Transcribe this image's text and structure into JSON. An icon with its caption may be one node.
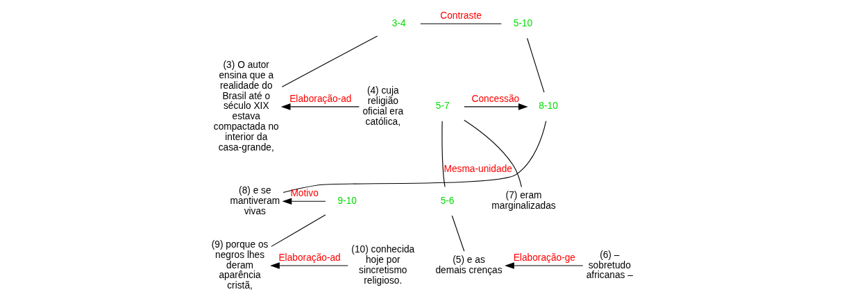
{
  "diagram": {
    "nodes": [
      {
        "text": [
          "3-4"
        ]
      },
      {
        "text": [
          "5-10"
        ]
      },
      {
        "text": [
          "(3) O autor ensina que a realidade do Brasil até o século XIX estava compactada no interior da casa-grande,"
        ]
      },
      {
        "text": [
          "(4) cuja religião oficial era católica,"
        ]
      },
      {
        "text": [
          "5-7"
        ]
      },
      {
        "text": [
          "8-10"
        ]
      },
      {
        "text": [
          "5-6"
        ]
      },
      {
        "text": [
          "(7) eram marginalizadas"
        ]
      },
      {
        "text": [
          "(8) e se mantiveram vivas"
        ]
      },
      {
        "text": [
          "9-10"
        ]
      },
      {
        "text": [
          "(5) e as demais crenças"
        ]
      },
      {
        "text": [
          "(6) – sobretudo africanas –"
        ]
      },
      {
        "text": [
          "(9) porque os negros lhes deram aparência cristã,"
        ]
      },
      {
        "text": [
          "(10) conhecida hoje por sincretismo religioso."
        ]
      }
    ],
    "edges": [
      {
        "from": 0,
        "to": 1,
        "arrow": "none",
        "label": "Contraste"
      },
      {
        "from": 0,
        "to": 2,
        "arrow": "none"
      },
      {
        "from": 3,
        "to": 2,
        "arrow": "to",
        "label": "Elaboração-ad"
      },
      {
        "from": 1,
        "to": 5,
        "arrow": "none"
      },
      {
        "from": 4,
        "to": 5,
        "arrow": "to",
        "label": "Concessão"
      },
      {
        "from": 4,
        "to": 6,
        "arrow": "none",
        "label": "Mesma-unidade"
      },
      {
        "from": 4,
        "to": 7,
        "arrow": "none"
      },
      {
        "from": 6,
        "to": 10,
        "arrow": "none"
      },
      {
        "from": 11,
        "to": 10,
        "arrow": "to",
        "label": "Elaboração-ge"
      },
      {
        "from": 5,
        "to": 8,
        "arrow": "none"
      },
      {
        "from": 9,
        "to": 8,
        "arrow": "to",
        "label": "Motivo"
      },
      {
        "from": 9,
        "to": 12,
        "arrow": "none"
      },
      {
        "from": 13,
        "to": 12,
        "arrow": "to",
        "label": "Elaboração-ad"
      }
    ]
  }
}
